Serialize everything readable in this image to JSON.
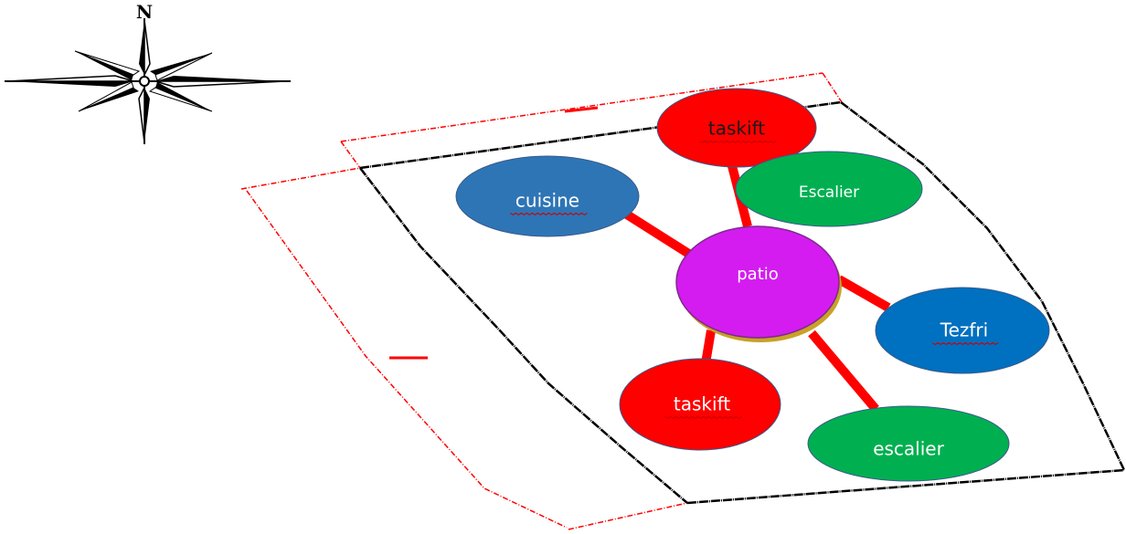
{
  "compass": {
    "north_label": "N"
  },
  "hub": {
    "label": "patio",
    "color": "#d41cf0"
  },
  "rooms": [
    {
      "id": "taskift-north",
      "label": "taskift",
      "color": "#ff0000",
      "label_color": "#1a1a1a",
      "spellcheck": true
    },
    {
      "id": "escalier-north",
      "label": "Escalier",
      "color": "#00b050",
      "label_color": "#ffffff",
      "spellcheck": false
    },
    {
      "id": "cuisine",
      "label": "cuisine",
      "color": "#2e75b6",
      "label_color": "#ffffff",
      "spellcheck": true
    },
    {
      "id": "tezfri",
      "label": "Tezfri",
      "color": "#0070c0",
      "label_color": "#ffffff",
      "spellcheck": true
    },
    {
      "id": "taskift-south",
      "label": "taskift",
      "color": "#ff0000",
      "label_color": "#ffffff",
      "spellcheck": true
    },
    {
      "id": "escalier-south",
      "label": "escalier",
      "color": "#00b050",
      "label_color": "#ffffff",
      "spellcheck": false
    }
  ],
  "colors": {
    "connector": "#ff0000",
    "plot_outline": "#000000",
    "dimension_line": "#ff0000",
    "spellcheck_underline": "#cc0000"
  }
}
